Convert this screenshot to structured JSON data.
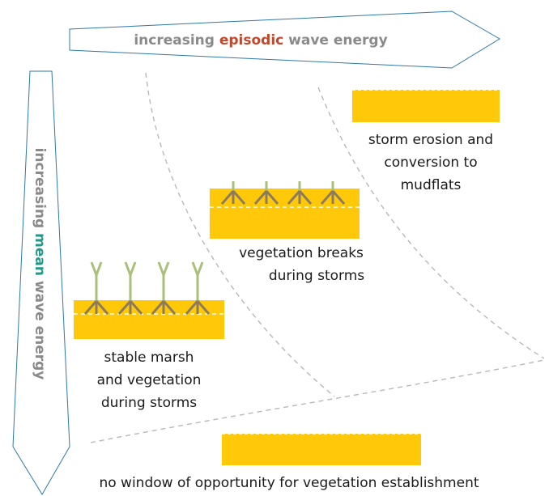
{
  "top_arrow": {
    "prefix": "increasing ",
    "highlight": "episodic",
    "suffix": " wave energy",
    "highlight_color": "#c0482c"
  },
  "side_arrow": {
    "prefix": "increasing ",
    "highlight": "mean",
    "suffix": " wave energy",
    "highlight_color": "#1f9a86"
  },
  "labels": {
    "storm_line1": "storm erosion and",
    "storm_line2": "conversion to",
    "storm_line3": "mudflats",
    "breaks_line1": "vegetation breaks",
    "breaks_line2": "during storms",
    "stable_line1": "stable marsh",
    "stable_line2": "and vegetation",
    "stable_line3": "during storms",
    "nowindow": "no window of opportunity for vegetation establishment"
  },
  "colors": {
    "arrow_stroke": "#2e79a8",
    "block_fill": "#ffc90a",
    "stem_top": "#a9c07a",
    "root": "#8d7b5e",
    "dashed": "#b8b8b8",
    "text": "#1a1a1a",
    "arrow_text": "#8a8a8a"
  }
}
